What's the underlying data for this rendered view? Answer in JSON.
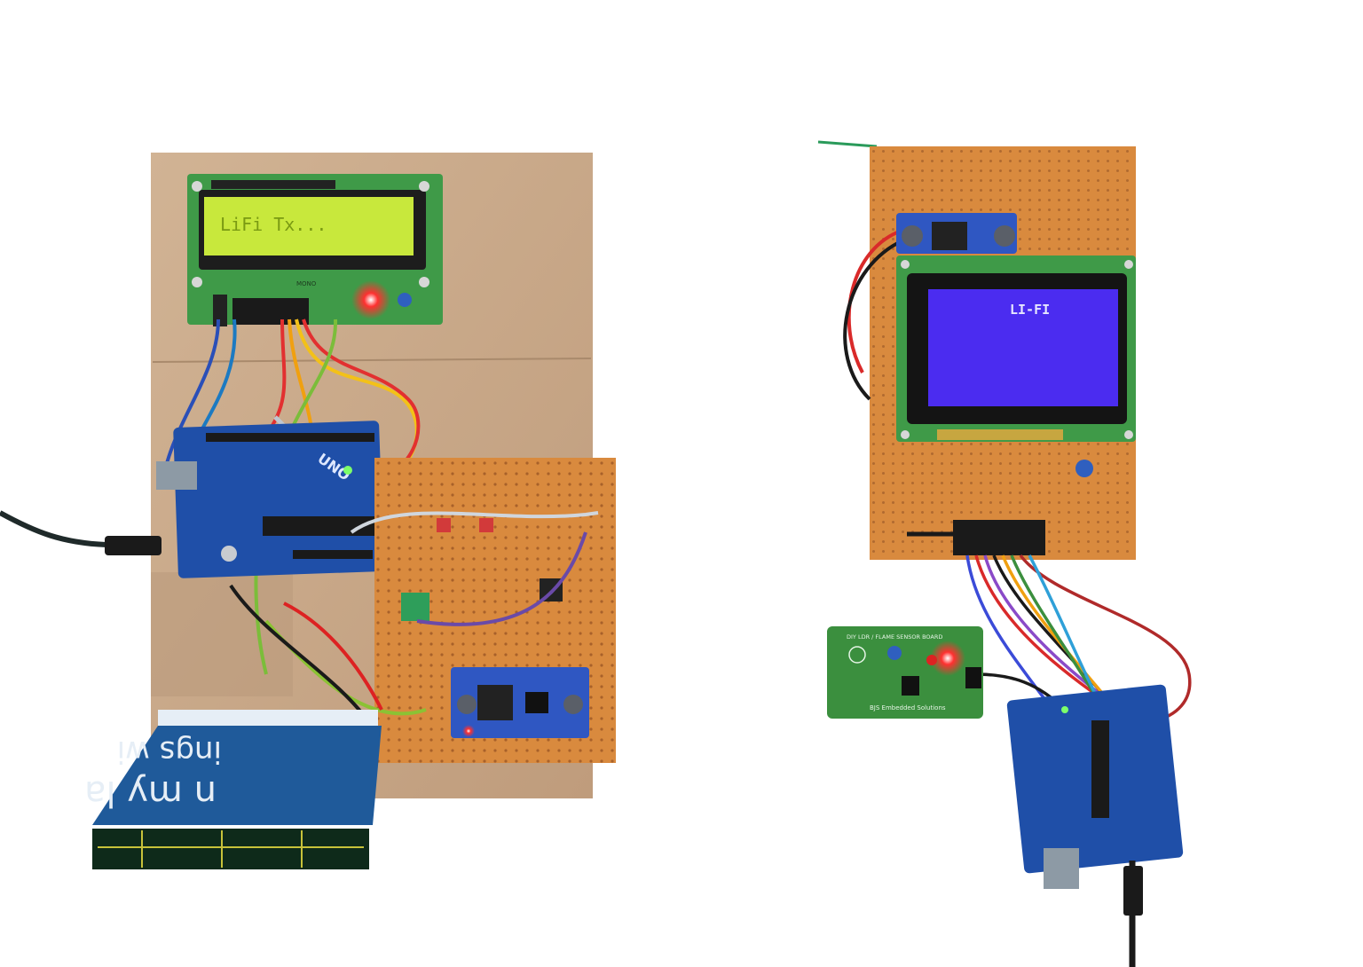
{
  "transmitter": {
    "lcd_text": "LiFi Tx...",
    "lcd_model": "MONO",
    "arduino_label": "UNO",
    "paper_text": "ings wi",
    "paper_text_2": "n my la"
  },
  "receiver": {
    "glcd_text": "LI-FI",
    "sensor_board_title": "DIY LDR / FLAME SENSOR BOARD",
    "sensor_board_vendor": "BJS Embedded Solutions"
  },
  "colors": {
    "cardboard": "#c9a98a",
    "perfboard": "#d98a3e",
    "lcd_green": "#c8e83c",
    "glcd_blue": "#4b2cf0",
    "pcb_green": "#3b8f3e",
    "arduino_blue": "#1f4fa8",
    "led_red": "#ff2a2a"
  }
}
